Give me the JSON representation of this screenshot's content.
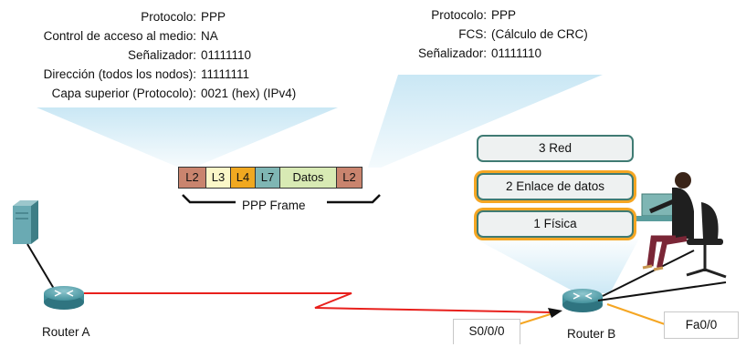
{
  "left_info": [
    {
      "key": "Protocolo:",
      "value": "PPP"
    },
    {
      "key": "Control de acceso al medio:",
      "value": "NA"
    },
    {
      "key": "Señalizador:",
      "value": "01111110"
    },
    {
      "key": "Dirección (todos los nodos):",
      "value": "11111111"
    },
    {
      "key": "Capa superior (Protocolo):",
      "value": "0021 (hex) (IPv4)"
    }
  ],
  "right_info": [
    {
      "key": "Protocolo:",
      "value": "PPP"
    },
    {
      "key": "FCS:",
      "value": "(Cálculo de CRC)"
    },
    {
      "key": "Señalizador:",
      "value": "01111110"
    }
  ],
  "frame": {
    "cells": [
      {
        "label": "L2",
        "color": "#c9846e"
      },
      {
        "label": "L3",
        "color": "#fbf7c8"
      },
      {
        "label": "L4",
        "color": "#f0a820"
      },
      {
        "label": "L7",
        "color": "#7fb6b4"
      },
      {
        "label": "Datos",
        "color": "#d8eab4"
      },
      {
        "label": "L2",
        "color": "#c9846e"
      }
    ],
    "caption": "PPP Frame"
  },
  "layers": [
    {
      "label": "3 Red",
      "highlighted": false
    },
    {
      "label": "2 Enlace de datos",
      "highlighted": true
    },
    {
      "label": "1 Física",
      "highlighted": true
    }
  ],
  "devices": {
    "router_a": "Router A",
    "router_b": "Router B"
  },
  "interfaces": {
    "serial": "S0/0/0",
    "fast_ethernet": "Fa0/0"
  },
  "colors": {
    "serial_link": "#e8201c",
    "highlight": "#f5a623",
    "layer_border": "#3f7b73",
    "callout": "#c7e6f4"
  },
  "icons": [
    "server-icon",
    "router-icon",
    "user-at-computer-icon"
  ]
}
